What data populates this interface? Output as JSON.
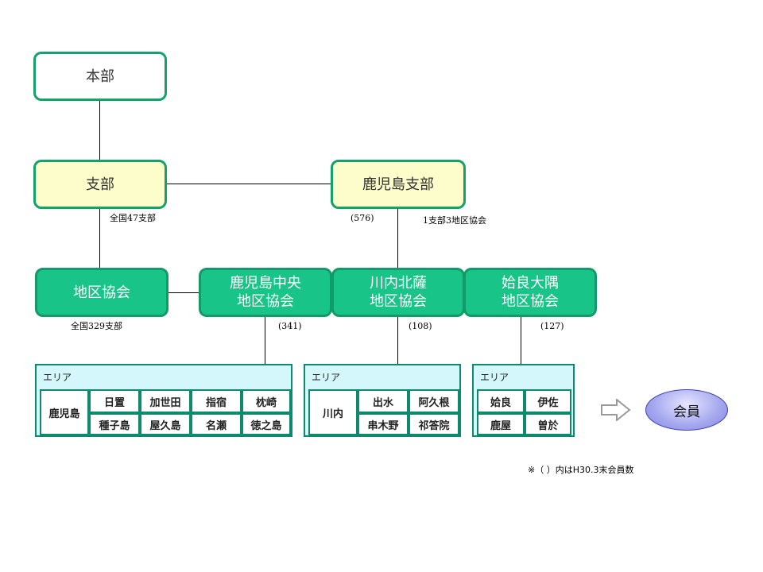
{
  "nodes": {
    "honbu": "本部",
    "shibu": "支部",
    "kagoshima_shibu": "鹿児島支部",
    "chiku_kyokai": "地区協会",
    "chuo": [
      "鹿児島中央",
      "地区協会"
    ],
    "sendai": [
      "川内北薩",
      "地区協会"
    ],
    "aira": [
      "姶良大隅",
      "地区協会"
    ],
    "member": "会員"
  },
  "notes": {
    "shibu_count": "全国47支部",
    "kagoshima_members": "(576)",
    "kagoshima_structure": "1支部3地区協会",
    "chiku_count": "全国329支部",
    "chuo_members": "(341)",
    "sendai_members": "(108)",
    "aira_members": "(127)",
    "footnote": "※（ ）内はH30.3末会員数"
  },
  "tables": {
    "chuo": {
      "header": "エリア",
      "main": "鹿児島",
      "row1": [
        "日置",
        "加世田",
        "指宿",
        "枕崎"
      ],
      "row2": [
        "種子島",
        "屋久島",
        "名瀬",
        "徳之島"
      ]
    },
    "sendai": {
      "header": "エリア",
      "main": "川内",
      "row1": [
        "出水",
        "阿久根"
      ],
      "row2": [
        "串木野",
        "祁答院"
      ]
    },
    "aira": {
      "header": "エリア",
      "row1": [
        "姶良",
        "伊佐"
      ],
      "row2": [
        "鹿屋",
        "曽於"
      ]
    }
  },
  "colors": {
    "box_border": "#12a26a",
    "green_fill": "#18c488",
    "yellow_fill": "#fdfccb",
    "table_fill": "#d4f7fb",
    "member_fill": "#a9abf0"
  },
  "icons": {
    "arrow": "right-outline-arrow-icon"
  }
}
